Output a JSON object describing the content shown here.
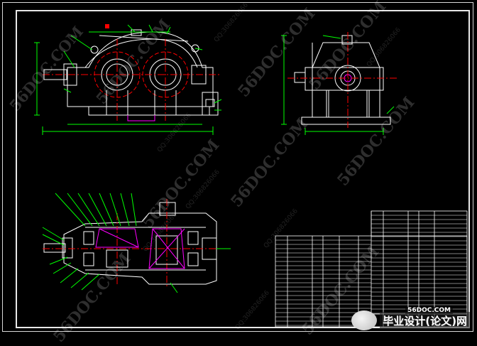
{
  "watermarks": {
    "site_marks": [
      "56DOC.COM",
      "56DOC.COM",
      "56DOC.COM",
      "56DOC.COM",
      "56DOC.COM",
      "56DOC.COM",
      "56DOC.COM",
      "56DOC.COM",
      "56DOC.COM"
    ],
    "qq_marks": [
      "QQ:306826066",
      "QQ:306826066",
      "QQ:306826066",
      "QQ:306826066",
      "QQ:306826066",
      "QQ:306826066",
      "QQ:306826066"
    ]
  },
  "site_badge": {
    "domain": "56DOC.COM",
    "label": "毕业设计(论文)网"
  },
  "colors": {
    "background": "#000000",
    "outline": "#ffffff",
    "dimension": "#00ff00",
    "center_line": "#ff0000",
    "hidden": "#ff00ff"
  }
}
